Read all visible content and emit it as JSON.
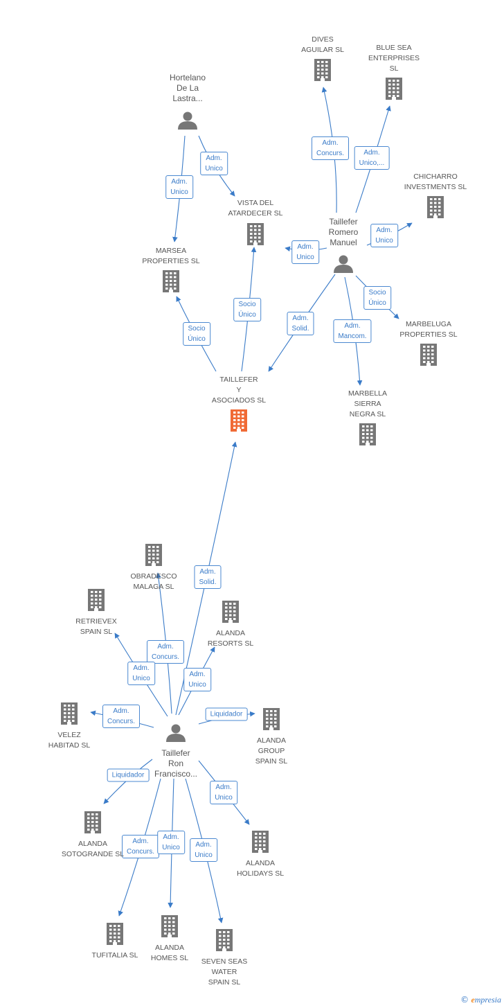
{
  "colors": {
    "edge": "#3a7bc8",
    "node": "#777777",
    "center": "#f06a35",
    "edge_label_border": "#4a88d0"
  },
  "nodes": [
    {
      "id": "hortelano",
      "kind": "person",
      "label": "Hortelano\nDe La\nLastra..."
    },
    {
      "id": "dives",
      "kind": "company",
      "label": "DIVES\nAGUILAR SL"
    },
    {
      "id": "bluesea",
      "kind": "company",
      "label": "BLUE SEA\nENTERPRISES\nSL"
    },
    {
      "id": "chicharro",
      "kind": "company",
      "label": "CHICHARRO\nINVESTMENTS SL"
    },
    {
      "id": "vista",
      "kind": "company",
      "label": "VISTA DEL\nATARDECER  SL"
    },
    {
      "id": "marsea",
      "kind": "company",
      "label": "MARSEA\nPROPERTIES  SL"
    },
    {
      "id": "taillefer_rm",
      "kind": "person",
      "label": "Taillefer\nRomero\nManuel"
    },
    {
      "id": "marbeluga",
      "kind": "company",
      "label": "MARBELUGA\nPROPERTIES  SL"
    },
    {
      "id": "center",
      "kind": "center",
      "label": "TAILLEFER\nY\nASOCIADOS SL"
    },
    {
      "id": "marbella",
      "kind": "company",
      "label": "MARBELLA\nSIERRA\nNEGRA SL"
    },
    {
      "id": "obradesco",
      "kind": "company",
      "label": "OBRADESCO\nMALAGA SL"
    },
    {
      "id": "retrievex",
      "kind": "company",
      "label": "RETRIEVEX\nSPAIN SL"
    },
    {
      "id": "alanda_resorts",
      "kind": "company",
      "label": "ALANDA\nRESORTS SL"
    },
    {
      "id": "velez",
      "kind": "company",
      "label": "VELEZ\nHABITAD SL"
    },
    {
      "id": "taillefer_rf",
      "kind": "person",
      "label": "Taillefer\nRon\nFrancisco..."
    },
    {
      "id": "alanda_group",
      "kind": "company",
      "label": "ALANDA\nGROUP\nSPAIN SL"
    },
    {
      "id": "alanda_soto",
      "kind": "company",
      "label": "ALANDA\nSOTOGRANDE SL"
    },
    {
      "id": "alanda_holidays",
      "kind": "company",
      "label": "ALANDA\nHOLIDAYS SL"
    },
    {
      "id": "tufitalia",
      "kind": "company",
      "label": "TUFITALIA SL"
    },
    {
      "id": "alanda_homes",
      "kind": "company",
      "label": "ALANDA\nHOMES SL"
    },
    {
      "id": "sevenseas",
      "kind": "company",
      "label": "SEVEN SEAS\nWATER\nSPAIN  SL"
    }
  ],
  "edges": [
    {
      "from": "hortelano",
      "to": "marsea",
      "label": "Adm.\nUnico"
    },
    {
      "from": "hortelano",
      "to": "vista",
      "label": "Adm.\nUnico"
    },
    {
      "from": "taillefer_rm",
      "to": "dives",
      "label": "Adm.\nConcurs."
    },
    {
      "from": "taillefer_rm",
      "to": "bluesea",
      "label": "Adm.\nUnico,..."
    },
    {
      "from": "taillefer_rm",
      "to": "chicharro",
      "label": "Adm.\nUnico"
    },
    {
      "from": "taillefer_rm",
      "to": "vista",
      "label": "Adm.\nUnico"
    },
    {
      "from": "taillefer_rm",
      "to": "marbeluga",
      "label": "Socio\nÚnico"
    },
    {
      "from": "taillefer_rm",
      "to": "center",
      "label": "Adm.\nSolid."
    },
    {
      "from": "taillefer_rm",
      "to": "marbella",
      "label": "Adm.\nMancom."
    },
    {
      "from": "center",
      "to": "marsea",
      "label": "Socio\nÚnico"
    },
    {
      "from": "center",
      "to": "vista",
      "label": "Socio\nÚnico"
    },
    {
      "from": "taillefer_rf",
      "to": "center",
      "label": "Adm.\nSolid."
    },
    {
      "from": "taillefer_rf",
      "to": "obradesco",
      "label": "Adm.\nConcurs."
    },
    {
      "from": "taillefer_rf",
      "to": "retrievex",
      "label": "Adm.\nUnico"
    },
    {
      "from": "taillefer_rf",
      "to": "alanda_resorts",
      "label": "Adm.\nUnico"
    },
    {
      "from": "taillefer_rf",
      "to": "velez",
      "label": "Adm.\nConcurs."
    },
    {
      "from": "taillefer_rf",
      "to": "alanda_group",
      "label": "Liquidador"
    },
    {
      "from": "taillefer_rf",
      "to": "alanda_soto",
      "label": "Liquidador"
    },
    {
      "from": "taillefer_rf",
      "to": "alanda_holidays",
      "label": "Adm.\nUnico"
    },
    {
      "from": "taillefer_rf",
      "to": "tufitalia",
      "label": "Adm.\nConcurs."
    },
    {
      "from": "taillefer_rf",
      "to": "alanda_homes",
      "label": "Adm.\nUnico"
    },
    {
      "from": "taillefer_rf",
      "to": "sevenseas",
      "label": "Adm.\nUnico"
    }
  ],
  "footer": {
    "copyright": "©",
    "brand_initial": "e",
    "brand_rest": "mpresia"
  }
}
